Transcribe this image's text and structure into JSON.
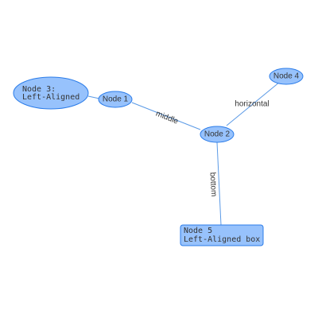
{
  "colors": {
    "node_fill": "#97c2fc",
    "node_border": "#2b7ce9",
    "edge": "#5b9ae6",
    "text": "#343434",
    "background": "#ffffff"
  },
  "nodes": {
    "node1": {
      "label": "Node 1"
    },
    "node2": {
      "label": "Node 2"
    },
    "node3": {
      "line1": "Node 3:",
      "line2": "Left-Aligned"
    },
    "node4": {
      "label": "Node 4"
    },
    "node5": {
      "line1": "Node 5",
      "line2": "Left-Aligned box"
    }
  },
  "edges": {
    "n1_n2": {
      "label": "middle"
    },
    "n2_n4": {
      "label": "horizontal"
    },
    "n2_n5": {
      "label": "bottom"
    },
    "n3_n1": {
      "label": ""
    }
  }
}
